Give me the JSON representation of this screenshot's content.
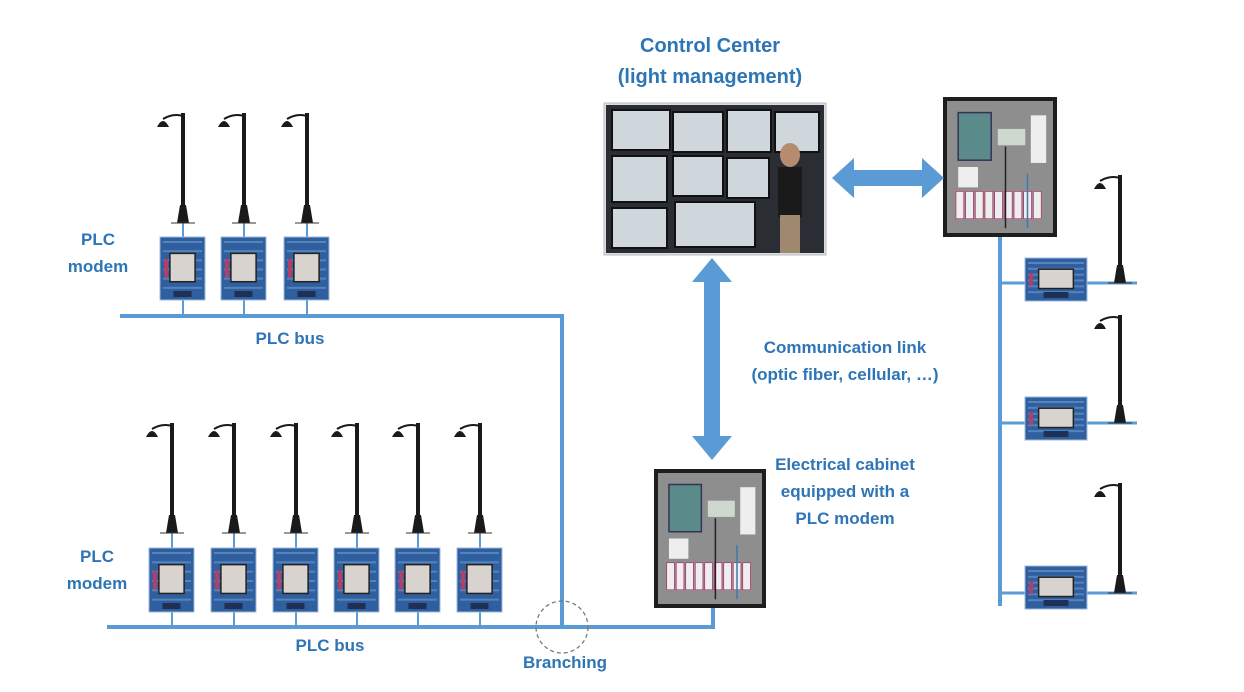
{
  "control_center": {
    "title_line1": "Control Center",
    "title_line2": "(light management)"
  },
  "communication_link": {
    "line1": "Communication link",
    "line2": "(optic fiber, cellular, …)"
  },
  "cabinet_label": {
    "line1": "Electrical cabinet",
    "line2": "equipped with a",
    "line3": "PLC modem"
  },
  "top_group": {
    "modem_label_line1": "PLC",
    "modem_label_line2": "modem",
    "bus_label": "PLC bus"
  },
  "bottom_group": {
    "modem_label_line1": "PLC",
    "modem_label_line2": "modem",
    "bus_label": "PLC bus"
  },
  "branching_label": "Branching",
  "colors": {
    "text": "#2e75b6",
    "bus": "#5b9bd5",
    "arrow": "#5b9bd5",
    "pole": "#1a1a1a",
    "modem": "#2f5f9e"
  }
}
